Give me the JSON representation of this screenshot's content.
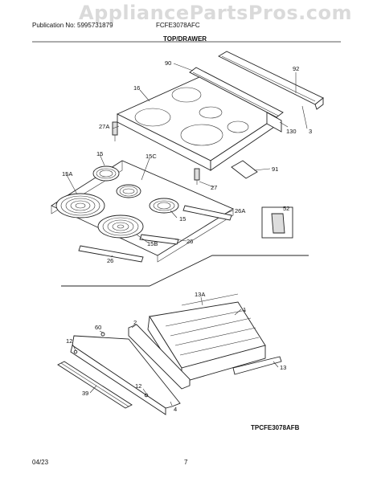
{
  "header": {
    "watermark": "AppliancePartsPros.com",
    "publication": "Publication No: 5995731879",
    "model": "FCFE3078AFC",
    "section_title": "TOP/DRAWER"
  },
  "callouts": {
    "c90": "90",
    "c92": "92",
    "c16": "16",
    "c130": "130",
    "c3": "3",
    "c27A": "27A",
    "c15_top": "15",
    "c15C": "15C",
    "c91": "91",
    "c15A": "15A",
    "c27": "27",
    "c26A": "26A",
    "c52": "52",
    "c15_right": "15",
    "c15B": "15B",
    "c26_right": "26",
    "c26_bottom": "26",
    "c13A": "13A",
    "c1": "1",
    "c60": "60",
    "c2": "2",
    "c12_top": "12",
    "c13": "13",
    "c12_bottom": "12",
    "c39": "39",
    "c4": "4"
  },
  "footer": {
    "diagram_id": "TPCFE3078AFB",
    "date": "04/23",
    "page": "7"
  }
}
